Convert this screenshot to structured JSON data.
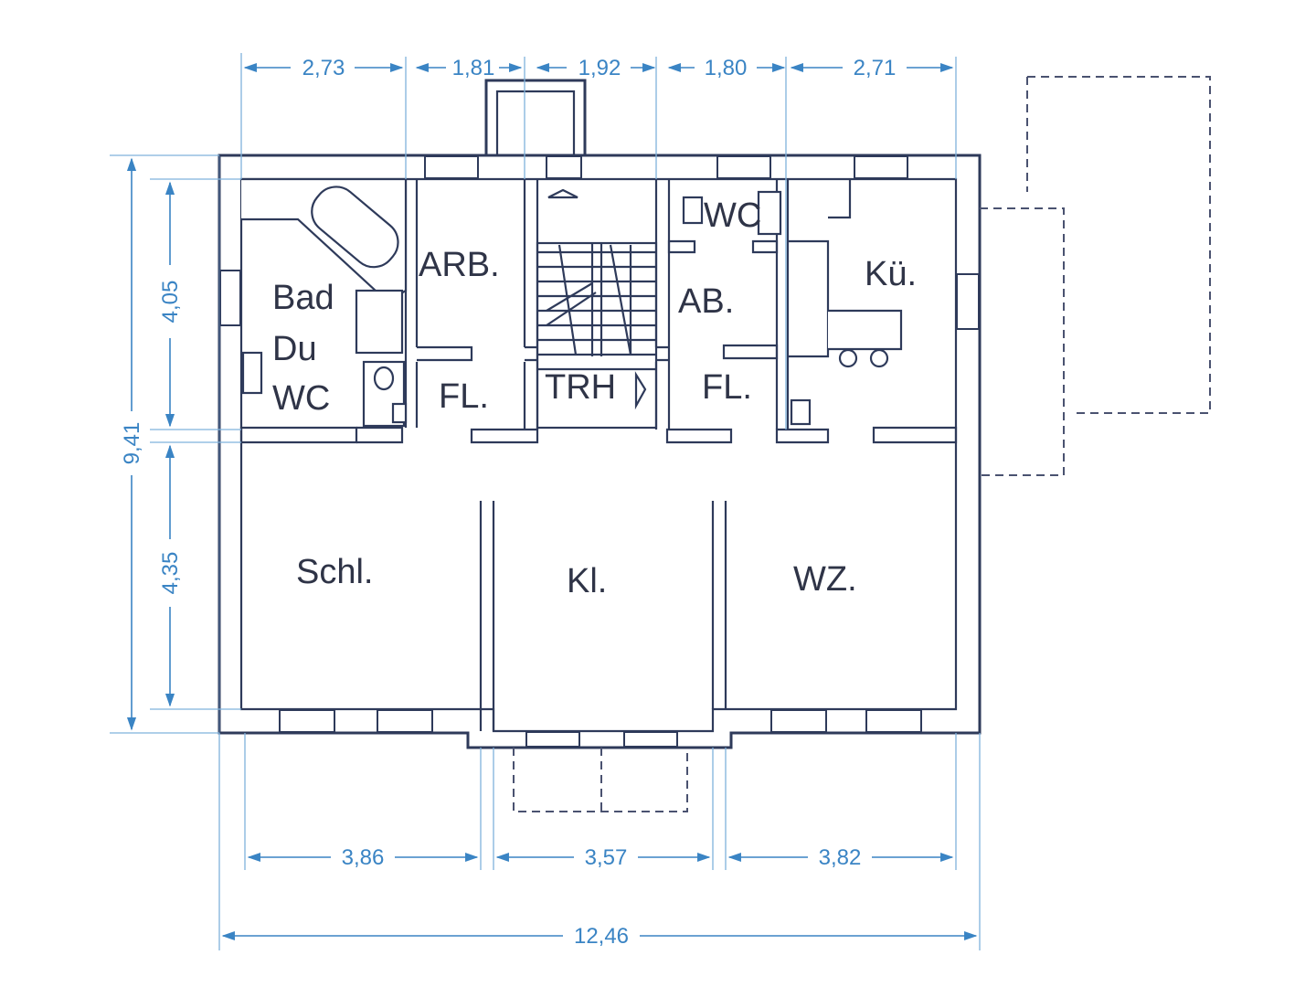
{
  "rooms": {
    "bad": "Bad",
    "du": "Du",
    "wc_bath": "WC",
    "arb": "ARB.",
    "wc_top": "WC",
    "ab": "AB.",
    "kue": "Kü.",
    "fl_left": "FL.",
    "trh": "TRH",
    "fl_right": "FL.",
    "schl": "Schl.",
    "kl": "Kl.",
    "wz": "WZ."
  },
  "dimensions": {
    "top": [
      "2,73",
      "1,81",
      "1,92",
      "1,80",
      "2,71"
    ],
    "left_total": "9,41",
    "left_upper": "4,05",
    "left_lower": "4,35",
    "bottom": [
      "3,86",
      "3,57",
      "3,82"
    ],
    "overall": "12,46"
  },
  "colors": {
    "dimension": "#3a84c4",
    "wall": "#2e3a5a",
    "label": "#2f3447"
  }
}
